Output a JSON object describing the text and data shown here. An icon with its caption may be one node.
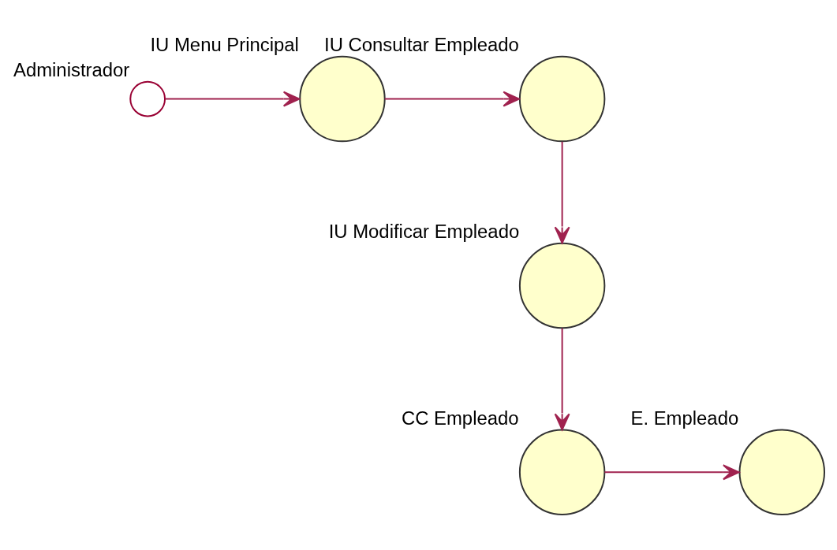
{
  "diagram": {
    "nodes": [
      {
        "text": [],
        "shape": "person",
        "beside": [
          "Administrador"
        ]
      },
      {
        "text": [],
        "shape": "circle",
        "beside": [
          "IU Menu Principal"
        ]
      },
      {
        "text": [],
        "shape": "circle",
        "beside": [
          "IU Consultar Empleado"
        ]
      },
      {
        "text": [],
        "shape": "circle",
        "beside": [
          "IU Modificar Empleado"
        ]
      },
      {
        "text": [],
        "shape": "circle",
        "beside": [
          "CC Empleado"
        ]
      },
      {
        "text": [],
        "shape": "circle",
        "beside": [
          "E. Empleado"
        ]
      }
    ],
    "edges": [
      {
        "from": 0,
        "to": 1,
        "arrow": "to"
      },
      {
        "from": 1,
        "to": 2,
        "arrow": "to"
      },
      {
        "from": 2,
        "to": 3,
        "arrow": "to"
      },
      {
        "from": 3,
        "to": 4,
        "arrow": "to"
      },
      {
        "from": 4,
        "to": 5,
        "arrow": "to"
      }
    ]
  }
}
